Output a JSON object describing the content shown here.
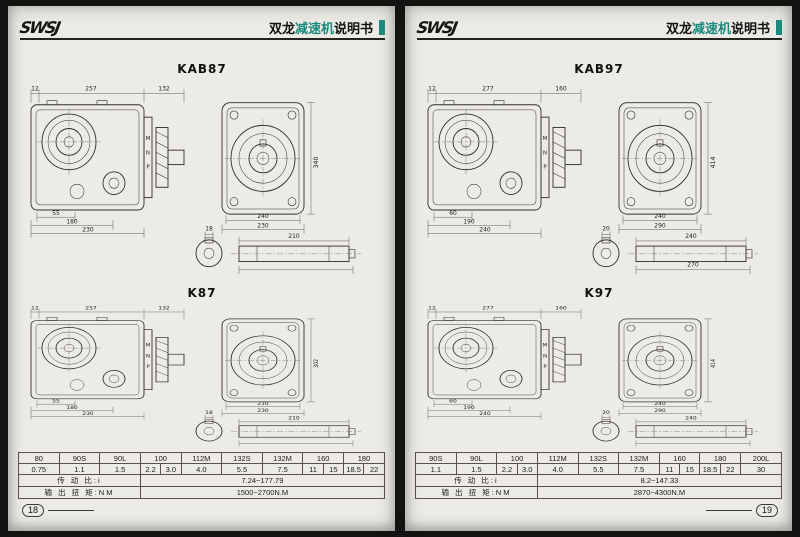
{
  "background_color": "#151311",
  "paper_color": "#edebe6",
  "accent_teal": "#1b8a7d",
  "pages": [
    {
      "page_number": "18",
      "header": {
        "logo": "SWSJ",
        "title_part1": "双龙",
        "title_part2": "减速机",
        "title_part3": "说明书"
      },
      "sections": [
        {
          "title": "KAB87",
          "dims": {
            "top1": "12",
            "top2": "257",
            "top3": "132",
            "bot1": "55",
            "bot2": "180",
            "bot3": "230",
            "m": "M",
            "n": "N",
            "p": "P",
            "fh": "340",
            "fw1": "240",
            "fw2": "230",
            "sd": "18",
            "sl": "210",
            "sx": ""
          }
        },
        {
          "title": "K87",
          "dims": {
            "top1": "12",
            "top2": "257",
            "top3": "132",
            "bot1": "55",
            "bot2": "180",
            "bot3": "230",
            "m": "M",
            "n": "N",
            "p": "P",
            "fh": "302",
            "fw1": "210",
            "fw2": "230",
            "sd": "18",
            "sl": "210",
            "sx": ""
          }
        }
      ],
      "table": {
        "rows": [
          {
            "cells": [
              {
                "t": "80",
                "s": 4
              },
              {
                "t": "90S",
                "s": 4
              },
              {
                "t": "90L",
                "s": 4
              },
              {
                "t": "100",
                "s": 4
              },
              {
                "t": "112M",
                "s": 4
              },
              {
                "t": "132S",
                "s": 4
              },
              {
                "t": "132M",
                "s": 4
              },
              {
                "t": "160",
                "s": 4
              },
              {
                "t": "180",
                "s": 4
              }
            ]
          },
          {
            "cells": [
              {
                "t": "0.75",
                "s": 4
              },
              {
                "t": "1.1",
                "s": 4
              },
              {
                "t": "1.5",
                "s": 4
              },
              {
                "t": "2.2",
                "s": 2
              },
              {
                "t": "3.0",
                "s": 2
              },
              {
                "t": "4.0",
                "s": 4
              },
              {
                "t": "5.5",
                "s": 4
              },
              {
                "t": "7.5",
                "s": 4
              },
              {
                "t": "11",
                "s": 2
              },
              {
                "t": "15",
                "s": 2
              },
              {
                "t": "18.5",
                "s": 2
              },
              {
                "t": "22",
                "s": 2
              }
            ]
          },
          {
            "cells": [
              {
                "t": "传 动 比:i",
                "s": 12,
                "cls": "lbl"
              },
              {
                "t": "7.24~177.79",
                "s": 24
              }
            ]
          },
          {
            "cells": [
              {
                "t": "输 出 扭 矩:NM",
                "s": 12,
                "cls": "lbl"
              },
              {
                "t": "1500~2700N.M",
                "s": 24
              }
            ]
          }
        ]
      }
    },
    {
      "page_number": "19",
      "header": {
        "logo": "SWSJ",
        "title_part1": "双龙",
        "title_part2": "减速机",
        "title_part3": "说明书"
      },
      "sections": [
        {
          "title": "KAB97",
          "dims": {
            "top1": "12",
            "top2": "277",
            "top3": "160",
            "bot1": "60",
            "bot2": "190",
            "bot3": "240",
            "m": "M",
            "n": "N",
            "p": "P",
            "fh": "414",
            "fw1": "240",
            "fw2": "290",
            "sd": "20",
            "sl": "240",
            "sx": "270"
          }
        },
        {
          "title": "K97",
          "dims": {
            "top1": "12",
            "top2": "277",
            "top3": "160",
            "bot1": "60",
            "bot2": "190",
            "bot3": "240",
            "m": "M",
            "n": "N",
            "p": "P",
            "fh": "414",
            "fw1": "240",
            "fw2": "290",
            "sd": "20",
            "sl": "240",
            "sx": ""
          }
        }
      ],
      "table": {
        "rows": [
          {
            "cells": [
              {
                "t": "90S",
                "s": 4
              },
              {
                "t": "90L",
                "s": 4
              },
              {
                "t": "100",
                "s": 4
              },
              {
                "t": "112M",
                "s": 4
              },
              {
                "t": "132S",
                "s": 4
              },
              {
                "t": "132M",
                "s": 4
              },
              {
                "t": "160",
                "s": 4
              },
              {
                "t": "180",
                "s": 4
              },
              {
                "t": "200L",
                "s": 4
              }
            ]
          },
          {
            "cells": [
              {
                "t": "1.1",
                "s": 4
              },
              {
                "t": "1.5",
                "s": 4
              },
              {
                "t": "2.2",
                "s": 2
              },
              {
                "t": "3.0",
                "s": 2
              },
              {
                "t": "4.0",
                "s": 4
              },
              {
                "t": "5.5",
                "s": 4
              },
              {
                "t": "7.5",
                "s": 4
              },
              {
                "t": "11",
                "s": 2
              },
              {
                "t": "15",
                "s": 2
              },
              {
                "t": "18.5",
                "s": 2
              },
              {
                "t": "22",
                "s": 2
              },
              {
                "t": "30",
                "s": 4
              }
            ]
          },
          {
            "cells": [
              {
                "t": "传 动 比:i",
                "s": 12,
                "cls": "lbl"
              },
              {
                "t": "8.2~147.33",
                "s": 24
              }
            ]
          },
          {
            "cells": [
              {
                "t": "输 出 扭 矩:NM",
                "s": 12,
                "cls": "lbl"
              },
              {
                "t": "2870~4300N.M",
                "s": 24
              }
            ]
          }
        ]
      }
    }
  ]
}
